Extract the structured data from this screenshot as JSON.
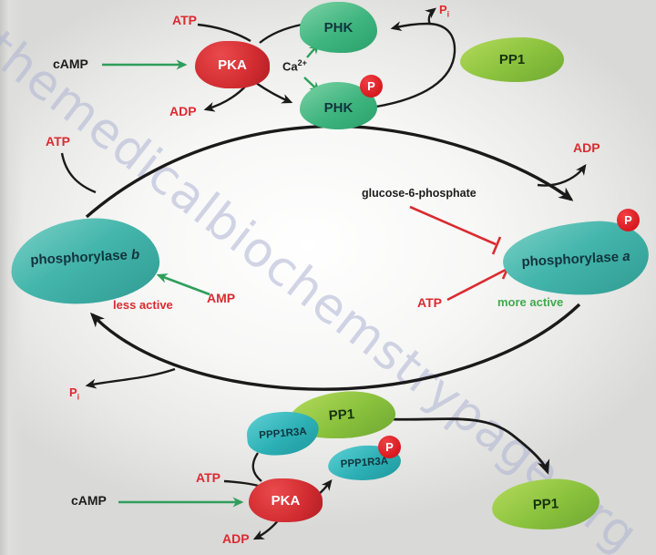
{
  "watermark": {
    "text": "themedicalbiochemstrypage.org",
    "color": "#adb2d1"
  },
  "colors": {
    "red_text": "#da2b31",
    "black_text": "#1c1c1c",
    "green_arrow": "#2f9e5b",
    "red_inhibit": "#da2b31",
    "black_arrow": "#1a1a1a",
    "teal_blob": "#45b6ac",
    "cyan_blob": "#2cb0b5",
    "green_blob": "#3eb47e",
    "olive_blob": "#8ac23d",
    "pka_blob": "#d02b30",
    "badge_red": "#d8191f",
    "more_active_green": "#3faa4e"
  },
  "nodes": {
    "pka_top": "PKA",
    "phk_top": "PHK",
    "phk_p": "PHK",
    "pp1_top": "PP1",
    "phos_b_name": "phosphorylase ",
    "phos_b_variant": "b",
    "phos_a_name": "phosphorylase ",
    "phos_a_variant": "a",
    "pp1_mid": "PP1",
    "ppp1r3a_left": "PPP1R3A",
    "ppp1r3a_p": "PPP1R3A",
    "pka_bottom": "PKA",
    "pp1_bottom": "PP1",
    "p_badge": "P"
  },
  "labels": {
    "camp_top": "cAMP",
    "atp_pka_top": "ATP",
    "adp_pka_top": "ADP",
    "ca_base": "Ca",
    "ca_sup": "2+",
    "pi_top_base": "P",
    "pi_top_sub": "i",
    "atp_cycle": "ATP",
    "adp_cycle": "ADP",
    "g6p": "glucose-6-phosphate",
    "atp_inhibitor": "ATP",
    "amp": "AMP",
    "less_active": "less active",
    "more_active": "more active",
    "pi_bottom_base": "P",
    "pi_bottom_sub": "i",
    "atp_pka_bottom": "ATP",
    "camp_bottom": "cAMP",
    "adp_pka_bottom": "ADP"
  }
}
